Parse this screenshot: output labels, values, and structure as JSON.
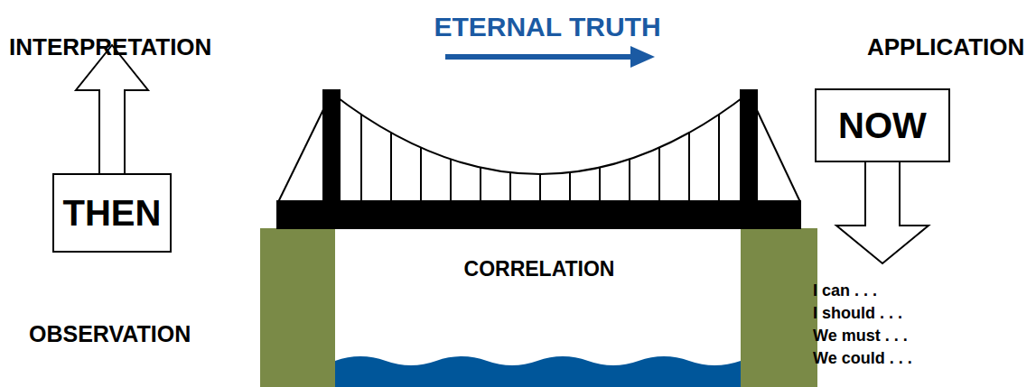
{
  "diagram": {
    "nodes": [
      {
        "text": [
          "THEN"
        ]
      },
      {
        "text": [
          "NOW"
        ]
      }
    ],
    "labels": [
      "INTERPRETATION",
      "ETERNAL TRUTH",
      "APPLICATION",
      "OBSERVATION",
      "CORRELATION",
      "I can . . .",
      "I should . . .",
      "We must . . .",
      "We could . . ."
    ]
  }
}
